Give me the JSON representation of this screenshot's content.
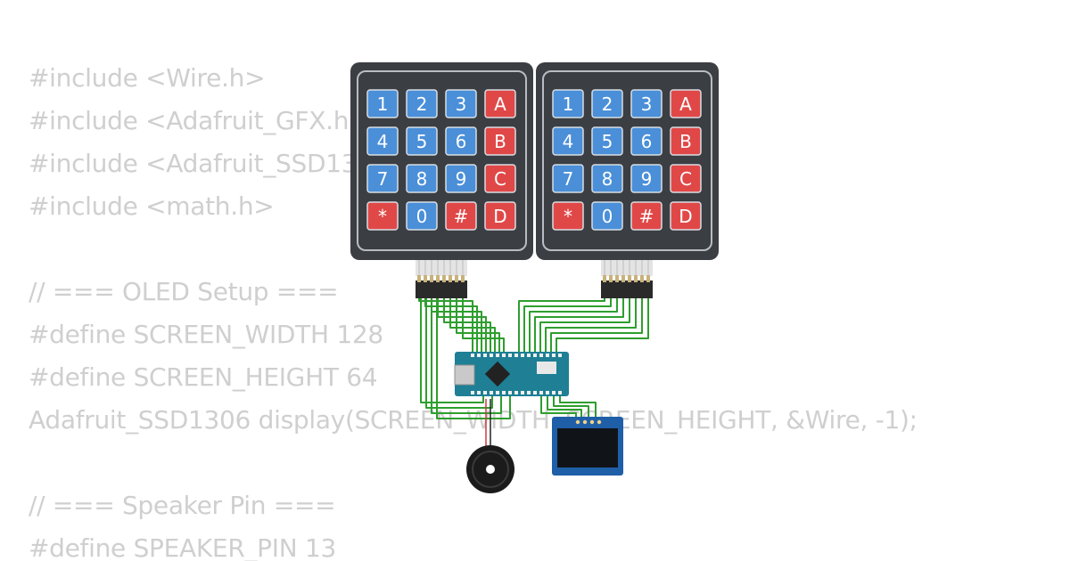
{
  "code_lines": [
    "#include <Wire.h>",
    "#include <Adafruit_GFX.h>",
    "#include <Adafruit_SSD1306.h>",
    "#include <math.h>",
    "",
    "// === OLED Setup ===",
    "#define SCREEN_WIDTH 128",
    "#define SCREEN_HEIGHT 64",
    "Adafruit_SSD1306 display(SCREEN_WIDTH, SCREEN_HEIGHT, &Wire, -1);",
    "",
    "// === Speaker Pin ===",
    "#define SPEAKER_PIN 13"
  ],
  "keypads": [
    {
      "keys": [
        [
          "1",
          "2",
          "3",
          "A"
        ],
        [
          "4",
          "5",
          "6",
          "B"
        ],
        [
          "7",
          "8",
          "9",
          "C"
        ],
        [
          "*",
          "0",
          "#",
          "D"
        ]
      ]
    },
    {
      "keys": [
        [
          "1",
          "2",
          "3",
          "A"
        ],
        [
          "4",
          "5",
          "6",
          "B"
        ],
        [
          "7",
          "8",
          "9",
          "C"
        ],
        [
          "*",
          "0",
          "#",
          "D"
        ]
      ]
    }
  ],
  "colors": {
    "code_text": "#cfcfcf",
    "keypad_body": "#3b3e43",
    "key_blue": "#4a8fd8",
    "key_red": "#e04848",
    "wire": "#2e9e2e",
    "board": "#1e7f95",
    "oled_pcb": "#1f5fa8",
    "buzzer": "#1b1b1b"
  },
  "components": {
    "board_icon": "arduino-nano-icon",
    "display_icon": "ssd1306-oled-icon",
    "buzzer_icon": "piezo-buzzer-icon",
    "keypad_icon": "membrane-keypad-icon"
  }
}
